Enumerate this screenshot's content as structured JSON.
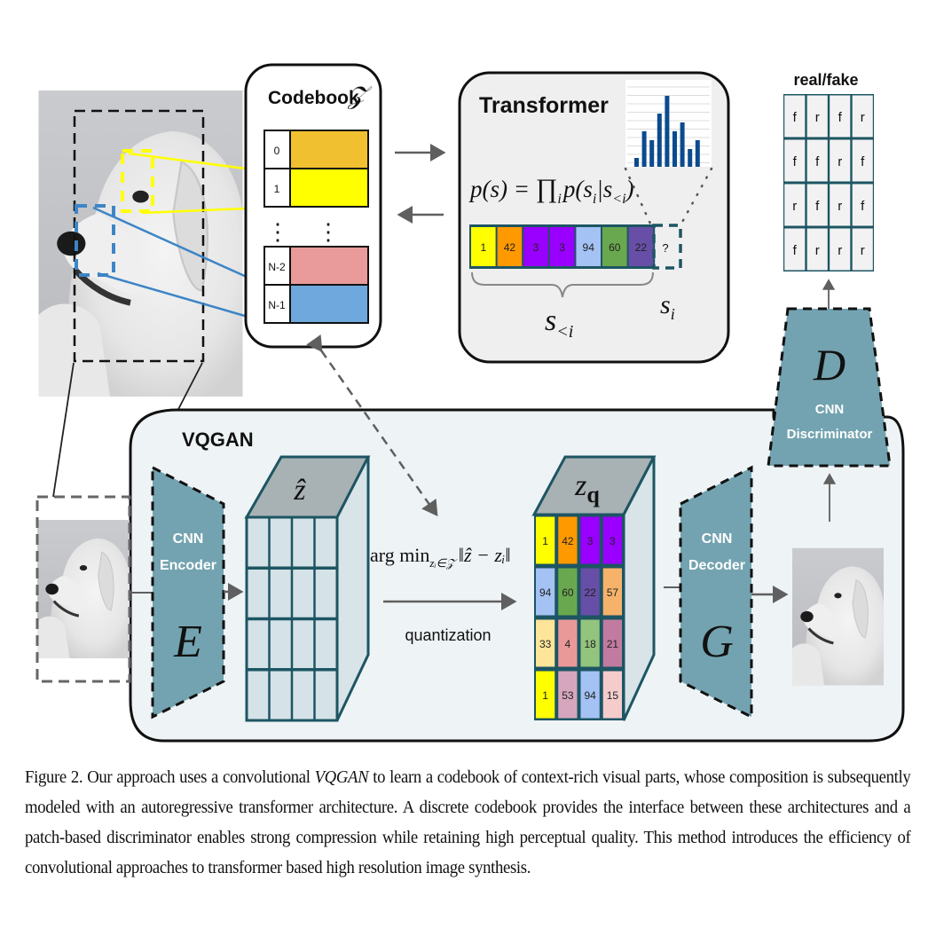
{
  "codebook": {
    "title": "Codebook",
    "symbol": "𝒵",
    "entries": [
      {
        "index": "0",
        "color": "#f0c030"
      },
      {
        "index": "1",
        "color": "#ffff00"
      },
      {
        "index": "N-2",
        "color": "#e99a9a"
      },
      {
        "index": "N-1",
        "color": "#6fa8dc"
      }
    ],
    "ellipsis": "⋮"
  },
  "transformer": {
    "title": "Transformer",
    "formula": "p(s) = ∏ᵢ p(sᵢ | s₍<ᵢ₎)",
    "formula_parts": {
      "lhs": "p(s) = ",
      "prod": "∏",
      "prod_sub": "i",
      "rhs_a": "p(s",
      "rhs_sub_i": "i",
      "rhs_bar": "|s",
      "rhs_sub_lt": "<i",
      "rhs_close": ")"
    },
    "sequence": [
      {
        "value": "1",
        "color": "#ffff00"
      },
      {
        "value": "42",
        "color": "#ff9900"
      },
      {
        "value": "3",
        "color": "#9900ff"
      },
      {
        "value": "3",
        "color": "#9900ff"
      },
      {
        "value": "94",
        "color": "#a4c2f4"
      },
      {
        "value": "60",
        "color": "#6aa84f"
      },
      {
        "value": "22",
        "color": "#674ea7"
      }
    ],
    "next_token": "?",
    "label_context": "s",
    "label_context_sub": "<i",
    "label_next": "s",
    "label_next_sub": "i",
    "histogram": {
      "values": [
        1,
        4,
        3,
        6,
        8,
        4,
        5,
        2,
        3
      ],
      "max": 9,
      "bar_color": "#0b4a8f"
    }
  },
  "discriminator_output": {
    "title": "real/fake",
    "grid": [
      [
        "f",
        "r",
        "f",
        "r"
      ],
      [
        "f",
        "f",
        "r",
        "f"
      ],
      [
        "r",
        "f",
        "r",
        "f"
      ],
      [
        "f",
        "r",
        "r",
        "r"
      ]
    ]
  },
  "vqgan": {
    "title": "VQGAN",
    "encoder": {
      "line1": "CNN",
      "line2": "Encoder",
      "symbol": "E"
    },
    "decoder": {
      "line1": "CNN",
      "line2": "Decoder",
      "symbol": "G"
    },
    "discriminator": {
      "line1": "CNN",
      "line2": "Discriminator",
      "symbol": "D"
    },
    "z_hat_label": "ẑ",
    "zq_label": "z",
    "zq_sub": "q",
    "quantization_formula": "arg min",
    "quantization_sub": "zᵢ∈𝒵",
    "quantization_norm": "‖ẑ − zᵢ‖",
    "quantization_label": "quantization",
    "zq_grid": [
      [
        {
          "value": "1",
          "color": "#ffff00"
        },
        {
          "value": "42",
          "color": "#ff9900"
        },
        {
          "value": "3",
          "color": "#9900ff"
        },
        {
          "value": "3",
          "color": "#9900ff"
        }
      ],
      [
        {
          "value": "94",
          "color": "#a4c2f4"
        },
        {
          "value": "60",
          "color": "#6aa84f"
        },
        {
          "value": "22",
          "color": "#674ea7"
        },
        {
          "value": "57",
          "color": "#f6b26b"
        }
      ],
      [
        {
          "value": "33",
          "color": "#ffe599"
        },
        {
          "value": "4",
          "color": "#ea9999"
        },
        {
          "value": "18",
          "color": "#93c47d"
        },
        {
          "value": "21",
          "color": "#c27ba0"
        }
      ],
      [
        {
          "value": "1",
          "color": "#ffff00"
        },
        {
          "value": "53",
          "color": "#d5a6bd"
        },
        {
          "value": "94",
          "color": "#a4c2f4"
        },
        {
          "value": "15",
          "color": "#f4cccc"
        }
      ]
    ]
  },
  "caption": {
    "prefix": "Figure 2. Our approach uses a convolutional ",
    "emph": "VQGAN",
    "suffix": " to learn a codebook of context-rich visual parts, whose composition is subsequently modeled with an autoregressive transformer architecture.  A discrete codebook provides the interface between these architectures and a patch-based discriminator enables strong compression while retaining high perceptual quality.  This method introduces the efficiency of convolutional approaches to transformer based high resolution image synthesis."
  },
  "colors": {
    "teal_block": "#73a3b0",
    "teal_border": "#1d5563",
    "vqgan_bg": "#eef3f6",
    "transformer_bg": "#efefef",
    "arrow": "#5f5f5f"
  }
}
